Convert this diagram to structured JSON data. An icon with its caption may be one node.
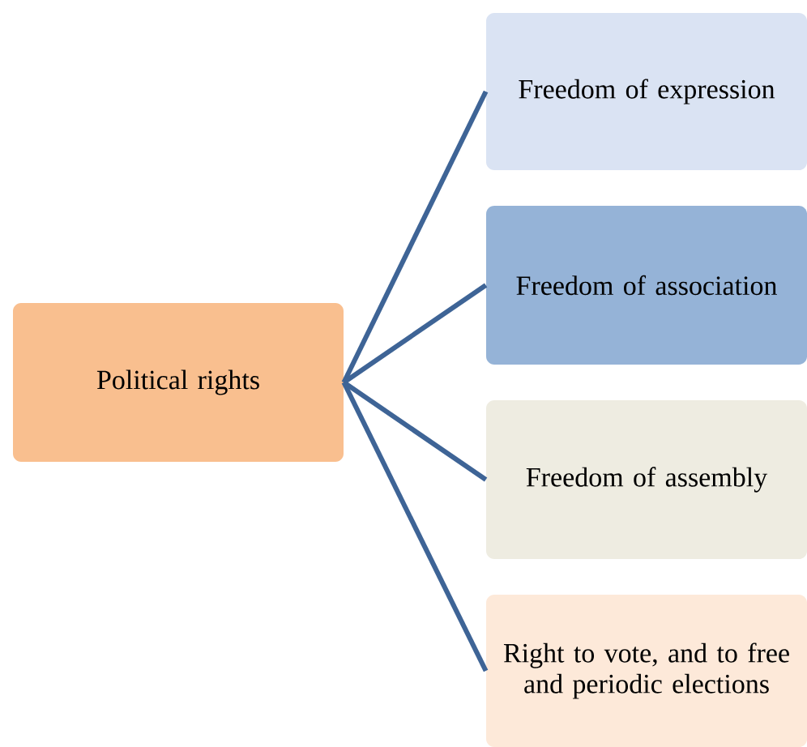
{
  "diagram": {
    "nodes": [
      {
        "text": [
          "Political rights"
        ]
      },
      {
        "text": [
          "Freedom of expression"
        ]
      },
      {
        "text": [
          "Freedom of association"
        ]
      },
      {
        "text": [
          "Freedom of assembly"
        ]
      },
      {
        "text": [
          "Right to vote, and to free and periodic elections"
        ]
      }
    ],
    "edges": [
      {
        "from": 0,
        "to": 1,
        "arrow": "none"
      },
      {
        "from": 0,
        "to": 2,
        "arrow": "none"
      },
      {
        "from": 0,
        "to": 3,
        "arrow": "none"
      },
      {
        "from": 0,
        "to": 4,
        "arrow": "none"
      }
    ]
  }
}
